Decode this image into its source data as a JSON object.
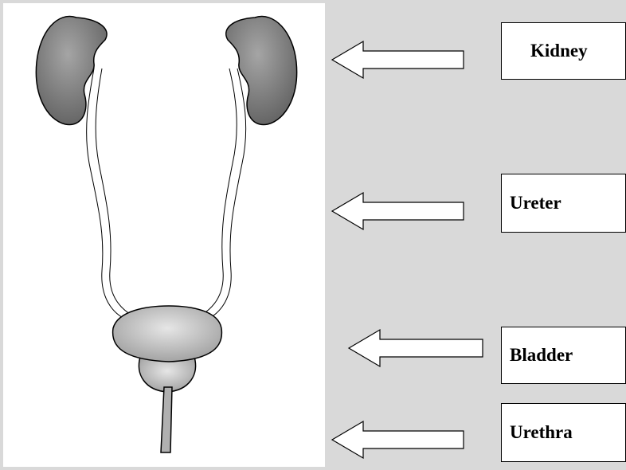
{
  "labels": {
    "kidney": "Kidney",
    "ureter": "Ureter",
    "bladder": "Bladder",
    "urethra": "Urethra"
  },
  "colors": {
    "background": "#d9d9d9",
    "panel": "#ffffff",
    "kidney": "#7a7a7a",
    "bladder": "#bdbdbd",
    "outline": "#000000"
  }
}
